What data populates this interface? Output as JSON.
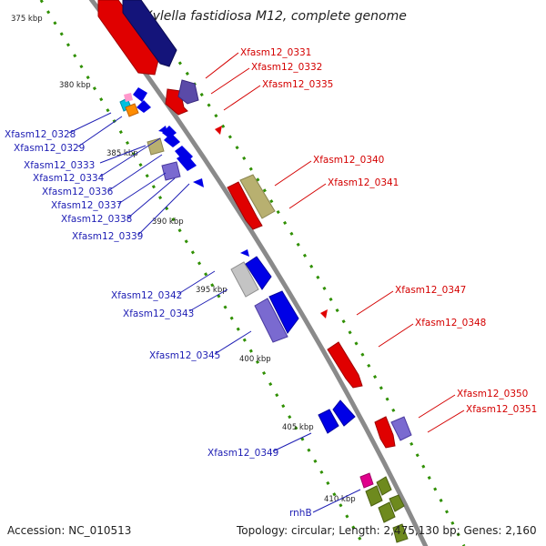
{
  "title": "Xylella fastidiosa M12, complete genome",
  "footer": {
    "accession": "Accession: NC_010513",
    "topology": "Topology: circular; Length: 2,475,130 bp; Genes: 2,160"
  },
  "ticks": [
    "375 kbp",
    "380 kbp",
    "385 kbp",
    "390 kbp",
    "395 kbp",
    "400 kbp",
    "405 kbp",
    "410 kbp"
  ],
  "genes_forward": [
    "Xfasm12_0331",
    "Xfasm12_0332",
    "Xfasm12_0335",
    "Xfasm12_0340",
    "Xfasm12_0341",
    "Xfasm12_0347",
    "Xfasm12_0348",
    "Xfasm12_0350",
    "Xfasm12_0351"
  ],
  "genes_reverse": [
    "Xfasm12_0328",
    "Xfasm12_0329",
    "Xfasm12_0333",
    "Xfasm12_0334",
    "Xfasm12_0336",
    "Xfasm12_0337",
    "Xfasm12_0338",
    "Xfasm12_0339",
    "Xfasm12_0342",
    "Xfasm12_0343",
    "Xfasm12_0345",
    "Xfasm12_0349",
    "rnhB"
  ],
  "colors": {
    "backbone": "#8a8a8a",
    "forward_label": "#d40000",
    "reverse_label": "#1e1eb4",
    "gene_red": "#e00000",
    "gene_darkblue": "#14147a",
    "gene_blue": "#0000e6",
    "gene_purple": "#7a6ad0",
    "gene_khaki": "#b8b070",
    "gene_gray": "#c4c4c4",
    "gene_olive": "#6e8a1e",
    "gene_magenta": "#e0008c",
    "gene_orange": "#ff8c00",
    "gene_cyan": "#00c0e0",
    "gc_dots": "#2f8f00"
  }
}
